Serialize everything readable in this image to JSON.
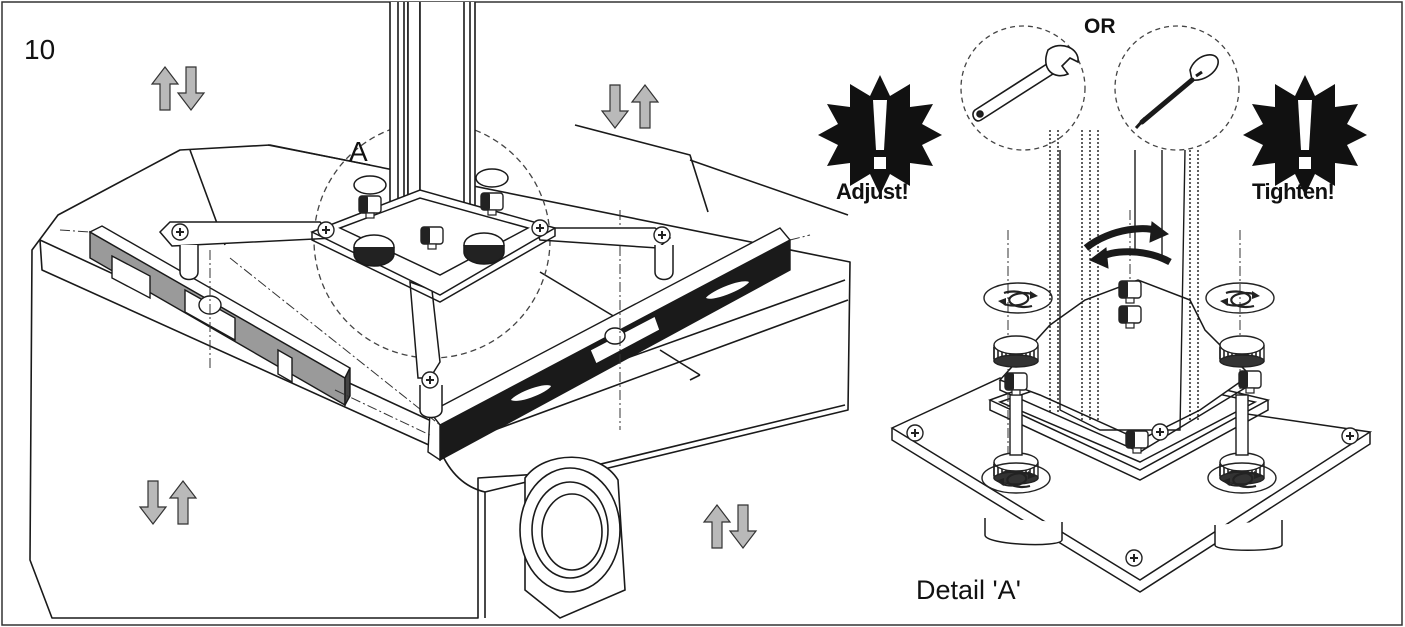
{
  "step": {
    "number": "10"
  },
  "labels": {
    "detail_marker": "A",
    "or": "OR",
    "adjust": "Adjust!",
    "tighten": "Tighten!",
    "detail_caption": "Detail 'A'"
  },
  "colors": {
    "line": "#1a1a1a",
    "arrow_fill": "#b9b9b9",
    "level_fill": "#9a9a9a",
    "warning_fill": "#111111",
    "background": "#ffffff"
  },
  "icons": [
    "warning-burst-icon",
    "wrench-icon",
    "screwdriver-icon",
    "rotate-arrow-icon",
    "up-arrow-icon",
    "down-arrow-icon"
  ]
}
